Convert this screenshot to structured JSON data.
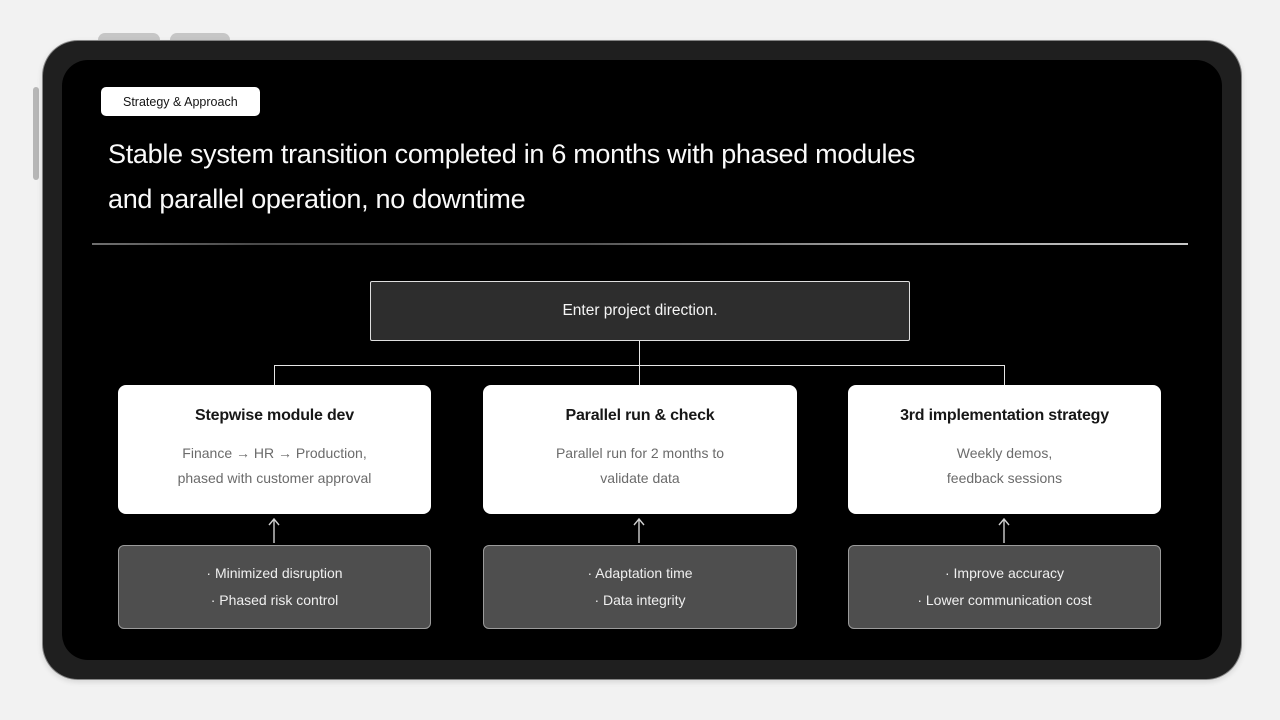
{
  "slide": {
    "badge_label": "Strategy & Approach",
    "title": {
      "line1": "Stable system transition completed in 6 months with phased modules",
      "line2": "and parallel operation, no downtime"
    },
    "flow": {
      "root_label": "Enter project direction.",
      "branches": [
        {
          "title": "Stepwise module dev",
          "desc1": "Finance → HR → Production,",
          "desc2": "phased with customer approval",
          "benefit1": "· Minimized disruption",
          "benefit2": "· Phased risk control"
        },
        {
          "title": "Parallel run & check",
          "desc1": "Parallel run for 2 months to",
          "desc2": "validate data",
          "benefit1": "· Adaptation time",
          "benefit2": "· Data integrity"
        },
        {
          "title": "3rd implementation strategy",
          "desc1": "Weekly demos,",
          "desc2": "feedback sessions",
          "benefit1": "· Improve accuracy",
          "benefit2": "· Lower communication cost"
        }
      ]
    },
    "colors": {
      "page_bg": "#f2f2f2",
      "frame": "#1f1f1f",
      "screen": "#000000",
      "root_box_bg": "#2d2d2d",
      "card_bg": "#ffffff",
      "benefit_box_bg": "#4e4e4e",
      "connector_line": "#e6e6e6"
    }
  }
}
